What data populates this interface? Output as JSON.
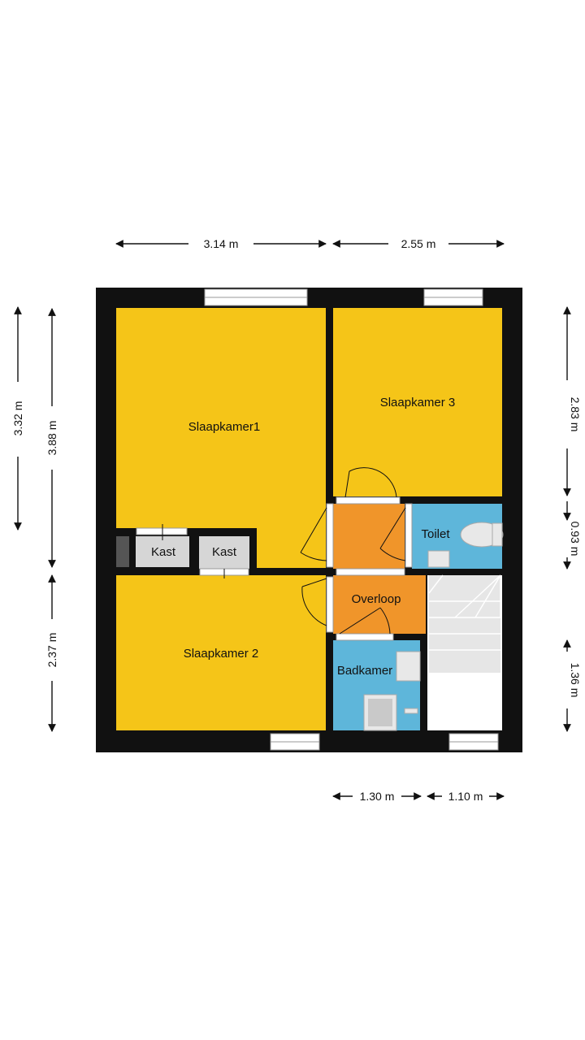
{
  "rooms": {
    "slaapkamer1": "Slaapkamer1",
    "slaapkamer2": "Slaapkamer 2",
    "slaapkamer3": "Slaapkamer 3",
    "toilet": "Toilet",
    "overloop": "Overloop",
    "badkamer": "Badkamer",
    "kast_left": "Kast",
    "kast_right": "Kast"
  },
  "dimensions": {
    "top_left": "3.14 m",
    "top_right": "2.55 m",
    "left_outer": "3.32 m",
    "left_upper": "3.88 m",
    "left_lower": "2.37 m",
    "right_upper": "2.83 m",
    "right_middle": "0.93 m",
    "right_lower": "1.36 m",
    "bottom_left": "1.30 m",
    "bottom_right": "1.10 m"
  },
  "colors": {
    "bedroom": "#f5c518",
    "landing": "#f0952a",
    "wet_room": "#5eb6da",
    "closet": "#d6d6d6",
    "wall": "#111111"
  }
}
